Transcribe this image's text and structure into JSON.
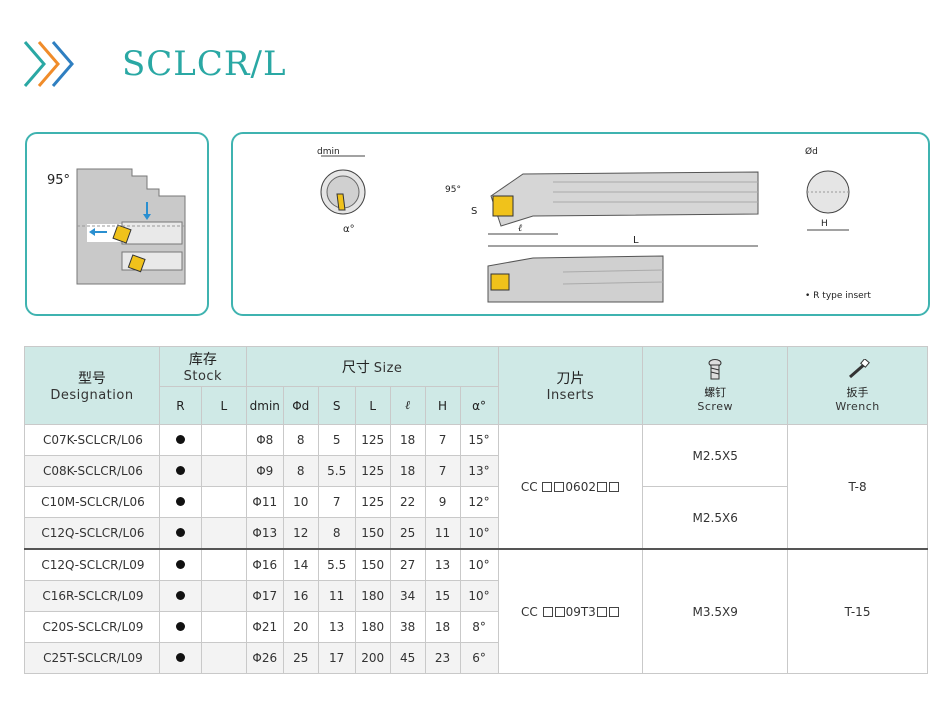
{
  "title": "SCLCR/L",
  "diagram": {
    "angle_label": "95°",
    "dmin_label": "dmin",
    "alpha_label": "α°",
    "s_label": "S",
    "l_small_label": "ℓ",
    "L_label": "L",
    "phi_d_label": "Ød",
    "H_label": "H",
    "note": "• R type insert"
  },
  "headers": {
    "designation_cn": "型号",
    "designation_en": "Designation",
    "stock_cn": "库存",
    "stock_en": "Stock",
    "stock_R": "R",
    "stock_L": "L",
    "size_cn": "尺寸",
    "size_en": "Size",
    "dims": [
      "dmin",
      "Φd",
      "S",
      "L",
      "ℓ",
      "H",
      "α°"
    ],
    "inserts_cn": "刀片",
    "inserts_en": "Inserts",
    "screw_cn": "螺钉",
    "screw_en": "Screw",
    "wrench_cn": "扳手",
    "wrench_en": "Wrench"
  },
  "rows": [
    {
      "designation": "C07K-SCLCR/L06",
      "dmin": "Φ8",
      "d": "8",
      "S": "5",
      "L": "125",
      "l": "18",
      "H": "7",
      "a": "15°"
    },
    {
      "designation": "C08K-SCLCR/L06",
      "dmin": "Φ9",
      "d": "8",
      "S": "5.5",
      "L": "125",
      "l": "18",
      "H": "7",
      "a": "13°"
    },
    {
      "designation": "C10M-SCLCR/L06",
      "dmin": "Φ11",
      "d": "10",
      "S": "7",
      "L": "125",
      "l": "22",
      "H": "9",
      "a": "12°"
    },
    {
      "designation": "C12Q-SCLCR/L06",
      "dmin": "Φ13",
      "d": "12",
      "S": "8",
      "L": "150",
      "l": "25",
      "H": "11",
      "a": "10°"
    },
    {
      "designation": "C12Q-SCLCR/L09",
      "dmin": "Φ16",
      "d": "14",
      "S": "5.5",
      "L": "150",
      "l": "27",
      "H": "13",
      "a": "10°"
    },
    {
      "designation": "C16R-SCLCR/L09",
      "dmin": "Φ17",
      "d": "16",
      "S": "11",
      "L": "180",
      "l": "34",
      "H": "15",
      "a": "10°"
    },
    {
      "designation": "C20S-SCLCR/L09",
      "dmin": "Φ21",
      "d": "20",
      "S": "13",
      "L": "180",
      "l": "38",
      "H": "18",
      "a": "8°"
    },
    {
      "designation": "C25T-SCLCR/L09",
      "dmin": "Φ26",
      "d": "25",
      "S": "17",
      "L": "200",
      "l": "45",
      "H": "23",
      "a": "6°"
    }
  ],
  "groups": {
    "g1": {
      "insert_prefix": "CC",
      "insert_mid": "0602",
      "screw_a": "M2.5X5",
      "screw_b": "M2.5X6",
      "wrench": "T-8"
    },
    "g2": {
      "insert_prefix": "CC",
      "insert_mid": "09T3",
      "screw": "M3.5X9",
      "wrench": "T-15"
    }
  }
}
